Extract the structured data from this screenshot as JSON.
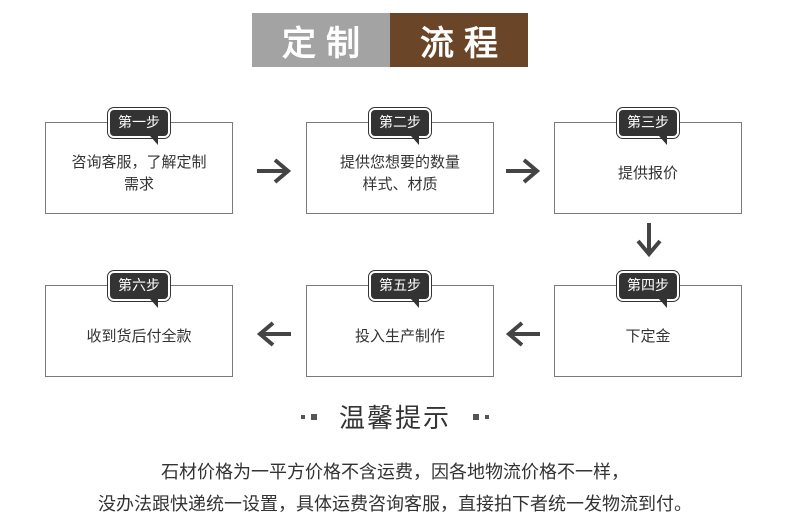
{
  "header": {
    "title_left": "定制",
    "title_right": "流程",
    "colors": {
      "left_bg": "#a3a3a3",
      "right_bg": "#6a4528"
    }
  },
  "steps": [
    {
      "tag": "第一步",
      "text": "咨询客服，了解定制\n需求"
    },
    {
      "tag": "第二步",
      "text": "提供您想要的数量\n样式、材质"
    },
    {
      "tag": "第三步",
      "text": "提供报价"
    },
    {
      "tag": "第四步",
      "text": "下定金"
    },
    {
      "tag": "第五步",
      "text": "投入生产制作"
    },
    {
      "tag": "第六步",
      "text": "收到货后付全款"
    }
  ],
  "arrows": [
    {
      "from": "第一步",
      "to": "第二步",
      "direction": "right"
    },
    {
      "from": "第二步",
      "to": "第三步",
      "direction": "right"
    },
    {
      "from": "第三步",
      "to": "第四步",
      "direction": "down"
    },
    {
      "from": "第四步",
      "to": "第五步",
      "direction": "left"
    },
    {
      "from": "第五步",
      "to": "第六步",
      "direction": "left"
    }
  ],
  "tips": {
    "title": "温馨提示",
    "line1": "石材价格为一平方价格不含运费，因各地物流价格不一样，",
    "line2": "没办法跟快递统一设置，具体运费咨询客服，直接拍下者统一发物流到付。"
  }
}
